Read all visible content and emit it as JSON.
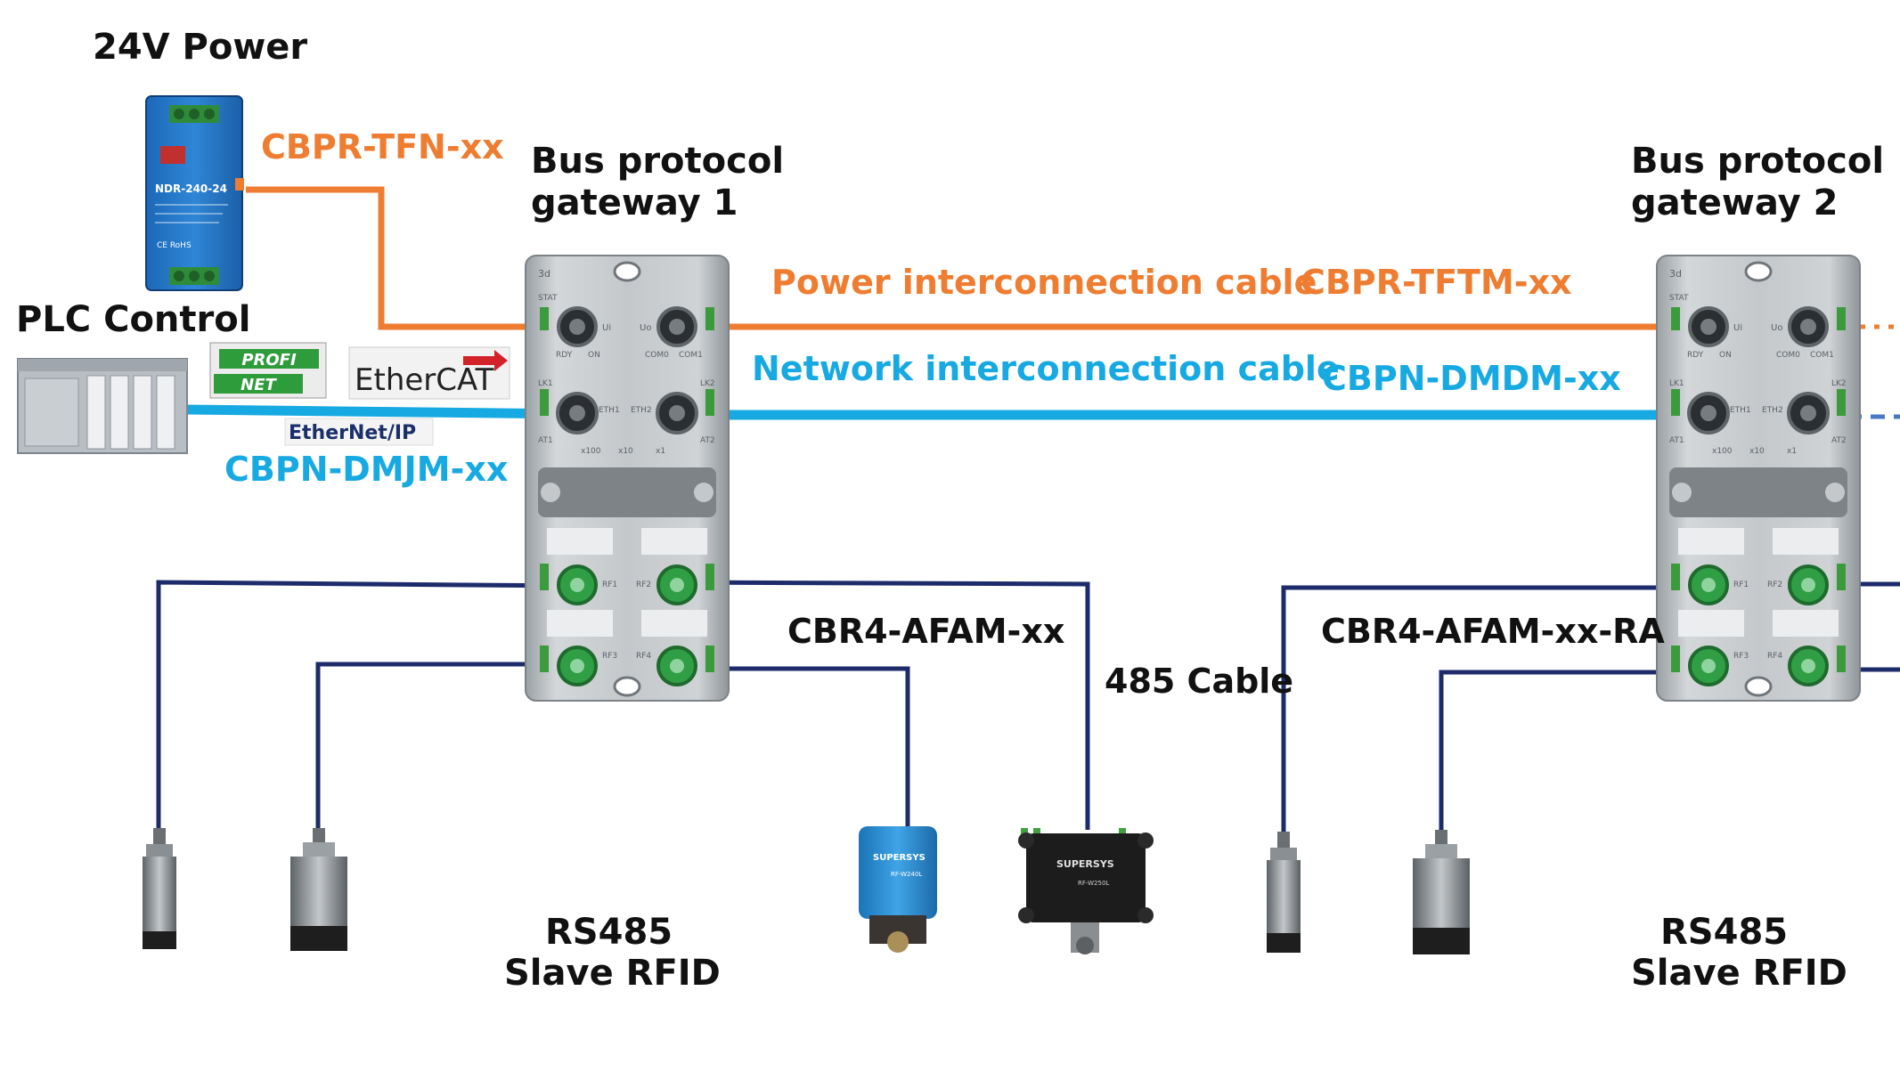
{
  "labels": {
    "power_title": "24V Power",
    "power_cable": "CBPR-TFN-xx",
    "gateway1": [
      "Bus protocol",
      "gateway 1"
    ],
    "gateway2": [
      "Bus protocol",
      "gateway 2"
    ],
    "plc_title": "PLC Control",
    "power_interconnect": "Power interconnection cable",
    "power_interconnect_code": "CBPR-TFTM-xx",
    "network_interconnect": "Network interconnection cable",
    "network_interconnect_code": "CBPN-DMDM-xx",
    "plc_cable": "CBPN-DMJM-xx",
    "rfid_cable1": "CBR4-AFAM-xx",
    "rfid_cable2": "CBR4-AFAM-xx-RA",
    "cable_485": "485 Cable",
    "rfid1": [
      "RS485",
      "Slave RFID"
    ],
    "rfid2": [
      "RS485",
      "Slave RFID"
    ]
  },
  "protocols": {
    "profinet": [
      "PROFI",
      "NET"
    ],
    "ethercat": "EtherCAT",
    "ethernetip": "EtherNet/IP"
  },
  "power_supply": {
    "model": "NDR-240-24",
    "ce": "CE RoHS"
  },
  "gateway_ports": {
    "top": [
      "Ui",
      "Uo"
    ],
    "mid": [
      "ETH1",
      "ETH2"
    ],
    "rf": [
      "RF1",
      "RF2",
      "RF3",
      "RF4"
    ],
    "misc": [
      "STAT",
      "RDY",
      "ON",
      "COM0",
      "COM1",
      "LK1",
      "LK2",
      "AT1",
      "AT2",
      "x100",
      "x10",
      "x1",
      "3d"
    ]
  },
  "readers": {
    "brand": "SUPERSYS",
    "small_model": "RF-W240L",
    "large_model": "RF-W250L"
  },
  "colors": {
    "power": "#ee7d31",
    "network": "#17a9e1",
    "rfid": "#1d2b6b",
    "text": "#111111"
  },
  "icons": [
    "power-supply-icon",
    "plc-icon",
    "gateway-icon",
    "proximity-sensor-icon",
    "rfid-reader-icon",
    "profinet-logo",
    "ethercat-logo",
    "ethernetip-logo"
  ]
}
